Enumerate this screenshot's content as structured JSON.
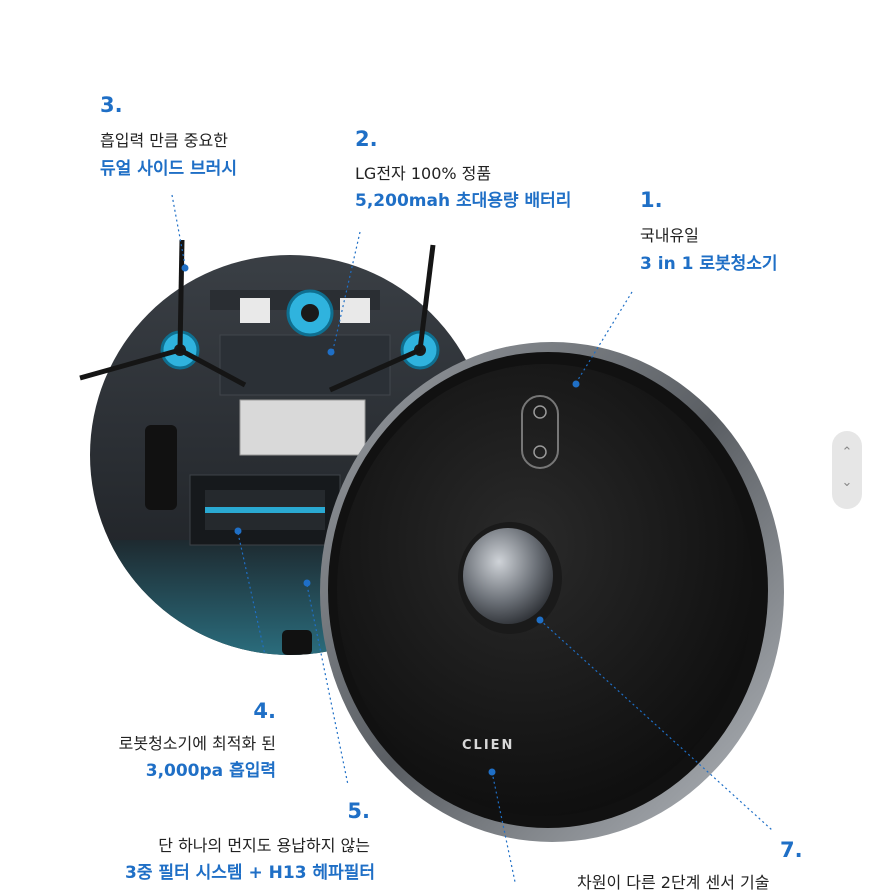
{
  "callouts": {
    "c3": {
      "num": "3.",
      "sub": "흡입력 만큼 중요한",
      "highlight": "듀얼 사이드 브러시"
    },
    "c2": {
      "num": "2.",
      "sub": "LG전자 100% 정품",
      "highlight": "5,200mah 초대용량 배터리"
    },
    "c1": {
      "num": "1.",
      "sub": "국내유일",
      "highlight": "3 in 1 로봇청소기"
    },
    "c4": {
      "num": "4.",
      "sub": "로봇청소기에 최적화 된",
      "highlight": "3,000pa 흡입력"
    },
    "c5": {
      "num": "5.",
      "sub": "단 하나의 먼지도 용납하지 않는",
      "highlight": "3중 필터 시스템 + H13 헤파필터"
    },
    "c7": {
      "num": "7.",
      "sub": "차원이 다른 2단계 센서 기술"
    }
  },
  "product": {
    "brand": "CLIEN"
  },
  "scroll": {
    "up_icon": "chevron-up-icon",
    "down_icon": "chevron-down-icon"
  },
  "colors": {
    "accent": "#1f6fc6",
    "scroll_bg": "#e6e6e6"
  }
}
